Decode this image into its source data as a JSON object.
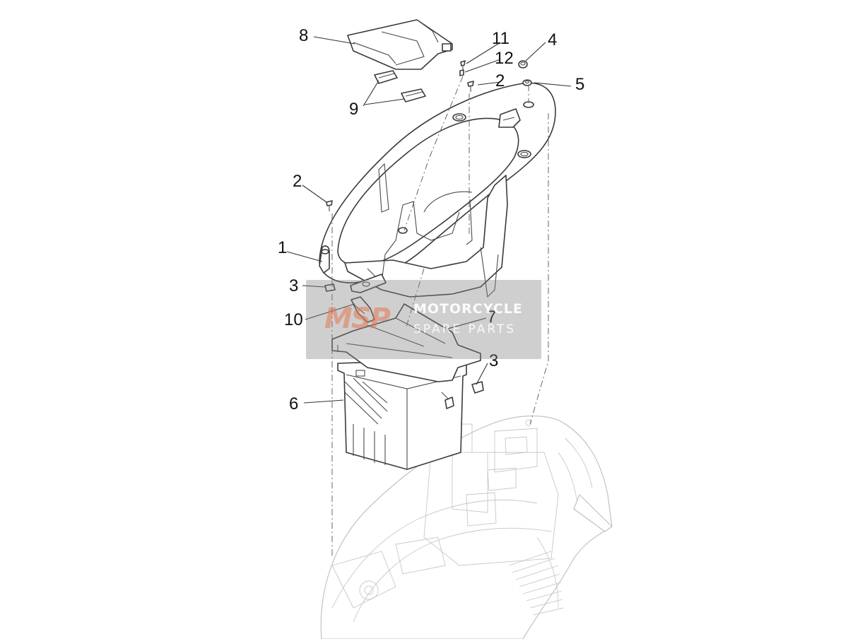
{
  "diagram": {
    "callouts": [
      "8",
      "11",
      "12",
      "4",
      "2",
      "5",
      "9",
      "2",
      "1",
      "3",
      "10",
      "7",
      "3",
      "6"
    ]
  },
  "watermark": {
    "logo": "MSP",
    "line1": "MOTORCYCLE",
    "line2": "SPARE PARTS"
  }
}
